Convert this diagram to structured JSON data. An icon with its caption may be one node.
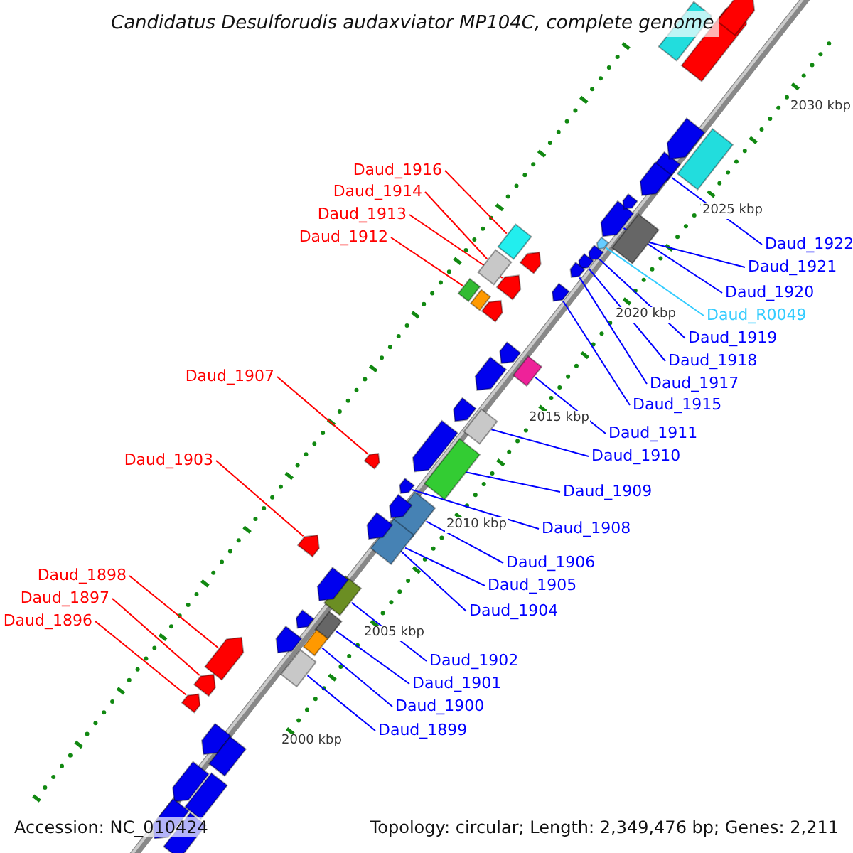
{
  "diagram": {
    "title": "Candidatus Desulforudis audaxviator MP104C, complete genome",
    "nodes": [
      {
        "text": [
          "Daud_1916"
        ]
      },
      {
        "text": [
          "Daud_1914"
        ]
      },
      {
        "text": [
          "Daud_1913"
        ]
      },
      {
        "text": [
          "Daud_1912"
        ]
      },
      {
        "text": [
          "Daud_1907"
        ]
      },
      {
        "text": [
          "Daud_1903"
        ]
      },
      {
        "text": [
          "Daud_1898"
        ]
      },
      {
        "text": [
          "Daud_1897"
        ]
      },
      {
        "text": [
          "Daud_1896"
        ]
      },
      {
        "text": [
          "Daud_1922"
        ]
      },
      {
        "text": [
          "Daud_1921"
        ]
      },
      {
        "text": [
          "Daud_1920"
        ]
      },
      {
        "text": [
          "Daud_R0049"
        ]
      },
      {
        "text": [
          "Daud_1919"
        ]
      },
      {
        "text": [
          "Daud_1918"
        ]
      },
      {
        "text": [
          "Daud_1917"
        ]
      },
      {
        "text": [
          "Daud_1915"
        ]
      },
      {
        "text": [
          "Daud_1911"
        ]
      },
      {
        "text": [
          "Daud_1910"
        ]
      },
      {
        "text": [
          "Daud_1909"
        ]
      },
      {
        "text": [
          "Daud_1908"
        ]
      },
      {
        "text": [
          "Daud_1906"
        ]
      },
      {
        "text": [
          "Daud_1905"
        ]
      },
      {
        "text": [
          "Daud_1904"
        ]
      },
      {
        "text": [
          "Daud_1902"
        ]
      },
      {
        "text": [
          "Daud_1901"
        ]
      },
      {
        "text": [
          "Daud_1900"
        ]
      },
      {
        "text": [
          "Daud_1899"
        ]
      },
      {
        "text": [],
        "shape": "box"
      },
      {
        "text": [],
        "shape": "box"
      },
      {
        "text": [],
        "shape": "arrow"
      },
      {
        "text": [],
        "shape": "box"
      },
      {
        "text": [],
        "shape": "arrow"
      },
      {
        "text": [],
        "shape": "arrow"
      },
      {
        "text": [],
        "shape": "arrow"
      },
      {
        "text": [],
        "shape": "arrow"
      },
      {
        "text": [],
        "shape": "arrow"
      },
      {
        "text": [],
        "shape": "arrow"
      },
      {
        "text": [],
        "shape": "box"
      },
      {
        "text": [],
        "shape": "arrow"
      },
      {
        "text": [],
        "shape": "arrow"
      },
      {
        "text": [],
        "shape": "arrow"
      },
      {
        "text": [],
        "shape": "arrow"
      },
      {
        "text": [],
        "shape": "arrow"
      },
      {
        "text": [],
        "shape": "arrow"
      },
      {
        "text": [],
        "shape": "box"
      },
      {
        "text": [],
        "shape": "box"
      },
      {
        "text": [],
        "shape": "box"
      },
      {
        "text": [],
        "shape": "arrow"
      },
      {
        "text": [],
        "shape": "box"
      },
      {
        "text": [],
        "shape": "box"
      },
      {
        "text": [],
        "shape": "arrow"
      },
      {
        "text": [],
        "shape": "box"
      },
      {
        "text": [],
        "shape": "box"
      },
      {
        "text": [],
        "shape": "box"
      },
      {
        "text": [],
        "shape": "box"
      },
      {
        "text": [],
        "shape": "arrow"
      },
      {
        "text": [],
        "shape": "box"
      },
      {
        "text": [],
        "shape": "arrow"
      },
      {
        "text": [],
        "shape": "arrow"
      },
      {
        "text": [],
        "shape": "box"
      },
      {
        "text": [],
        "shape": "arrow"
      },
      {
        "text": [],
        "shape": "arrow"
      },
      {
        "text": [],
        "shape": "arrow"
      },
      {
        "text": [],
        "shape": "arrow"
      },
      {
        "text": [],
        "shape": "box"
      },
      {
        "text": [],
        "shape": "arrow"
      },
      {
        "text": [],
        "shape": "arrow"
      },
      {
        "text": [],
        "shape": "arrow"
      },
      {
        "text": [],
        "shape": "arrow"
      },
      {
        "text": [],
        "shape": "arrow"
      },
      {
        "text": [],
        "shape": "arrow"
      },
      {
        "text": [],
        "shape": "arrow"
      },
      {
        "text": [],
        "shape": "arrow"
      },
      {
        "text": [],
        "shape": "arrow"
      },
      {
        "text": [],
        "shape": "box"
      },
      {
        "text": [],
        "shape": "arrow"
      },
      {
        "text": [],
        "shape": "box"
      },
      {
        "text": [],
        "shape": "arrow"
      },
      {
        "text": [],
        "shape": "box"
      }
    ],
    "edges": [
      {
        "from": 0,
        "to": 28,
        "arrow": "none",
        "color": "#ff0000"
      },
      {
        "from": 1,
        "to": 29,
        "arrow": "none",
        "color": "#ff0000"
      },
      {
        "from": 2,
        "to": 30,
        "arrow": "none",
        "color": "#ff0000"
      },
      {
        "from": 3,
        "to": 31,
        "arrow": "none",
        "color": "#ff0000"
      },
      {
        "from": 4,
        "to": 32,
        "arrow": "none",
        "color": "#ff0000"
      },
      {
        "from": 5,
        "to": 33,
        "arrow": "none",
        "color": "#ff0000"
      },
      {
        "from": 6,
        "to": 34,
        "arrow": "none",
        "color": "#ff0000"
      },
      {
        "from": 7,
        "to": 35,
        "arrow": "none",
        "color": "#ff0000"
      },
      {
        "from": 8,
        "to": 36,
        "arrow": "none",
        "color": "#ff0000"
      },
      {
        "from": 9,
        "to": 37,
        "arrow": "none"
      },
      {
        "from": 10,
        "to": 38,
        "arrow": "none"
      },
      {
        "from": 11,
        "to": 39,
        "arrow": "none"
      },
      {
        "from": 12,
        "to": 40,
        "arrow": "none",
        "color": "#33ccff"
      },
      {
        "from": 13,
        "to": 41,
        "arrow": "none"
      },
      {
        "from": 14,
        "to": 42,
        "arrow": "none"
      },
      {
        "from": 15,
        "to": 43,
        "arrow": "none"
      },
      {
        "from": 16,
        "to": 44,
        "arrow": "none"
      },
      {
        "from": 17,
        "to": 45,
        "arrow": "none"
      },
      {
        "from": 18,
        "to": 46,
        "arrow": "none"
      },
      {
        "from": 19,
        "to": 47,
        "arrow": "none"
      },
      {
        "from": 20,
        "to": 48,
        "arrow": "none"
      },
      {
        "from": 21,
        "to": 49,
        "arrow": "none"
      },
      {
        "from": 22,
        "to": 50,
        "arrow": "none"
      },
      {
        "from": 23,
        "to": 51,
        "arrow": "none"
      },
      {
        "from": 24,
        "to": 52,
        "arrow": "none"
      },
      {
        "from": 25,
        "to": 53,
        "arrow": "none"
      },
      {
        "from": 26,
        "to": 54,
        "arrow": "none"
      },
      {
        "from": 27,
        "to": 55,
        "arrow": "none"
      }
    ],
    "labels": [
      "2030 kbp",
      "2025 kbp",
      "2020 kbp",
      "2015 kbp",
      "2010 kbp",
      "2005 kbp",
      "2000 kbp",
      "Accession: NC_010424",
      "Topology: circular; Length: 2,349,476 bp; Genes: 2,211"
    ]
  }
}
